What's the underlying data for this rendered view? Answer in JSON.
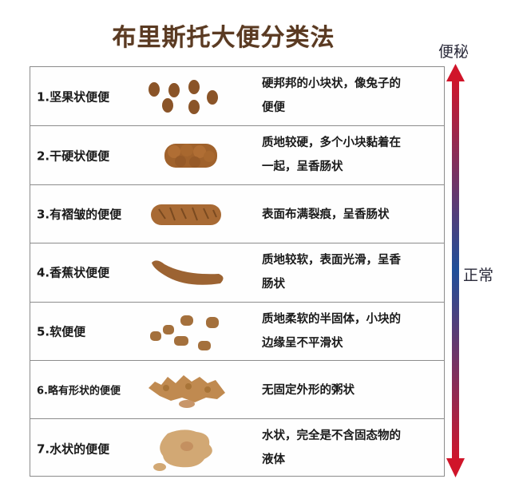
{
  "title": "布里斯托大便分类法",
  "scale": {
    "top_label": "便秘",
    "middle_label": "正常",
    "arrow_colors": {
      "top": "#d0152a",
      "middle": "#1f4f9a",
      "bottom": "#d0152a"
    }
  },
  "rows": [
    {
      "label": "1.坚果状便便",
      "desc_line1": "硬邦邦的小块状，像兔子的",
      "desc_line2": "便便",
      "color": "#8a5428"
    },
    {
      "label": "2.干硬状便便",
      "desc_line1": "质地较硬，多个小块黏着在",
      "desc_line2": "一起，呈香肠状",
      "color": "#a0622c"
    },
    {
      "label": "3.有褶皱的便便",
      "desc_line1": "表面布满裂痕，呈香肠状",
      "desc_line2": "",
      "color": "#a86a34"
    },
    {
      "label": "4.香蕉状便便",
      "desc_line1": "质地较软，表面光滑，呈香",
      "desc_line2": "肠状",
      "color": "#9c6332"
    },
    {
      "label": "5.软便便",
      "desc_line1": "质地柔软的半固体，小块的",
      "desc_line2": "边缘呈不平滑状",
      "color": "#a4703c"
    },
    {
      "label": "6.略有形状的便便",
      "desc_line1": "无固定外形的粥状",
      "desc_line2": "",
      "color": "#c08a50"
    },
    {
      "label": "7.水状的便便",
      "desc_line1": "水状，完全是不含固态物的",
      "desc_line2": "液体",
      "color": "#d2a874"
    }
  ]
}
